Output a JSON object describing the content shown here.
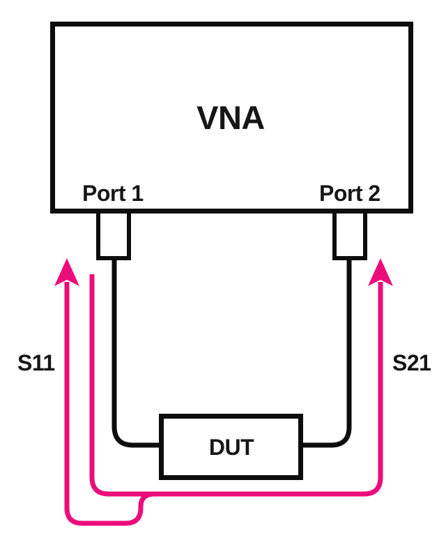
{
  "diagram": {
    "vna_label": "VNA",
    "port1_label": "Port 1",
    "port2_label": "Port 2",
    "dut_label": "DUT",
    "s11_label": "S11",
    "s21_label": "S21"
  },
  "colors": {
    "background": "#ffffff",
    "line_black": "#0d0d0d",
    "signal_pink": "#ec0d7a",
    "text": "#161616"
  }
}
